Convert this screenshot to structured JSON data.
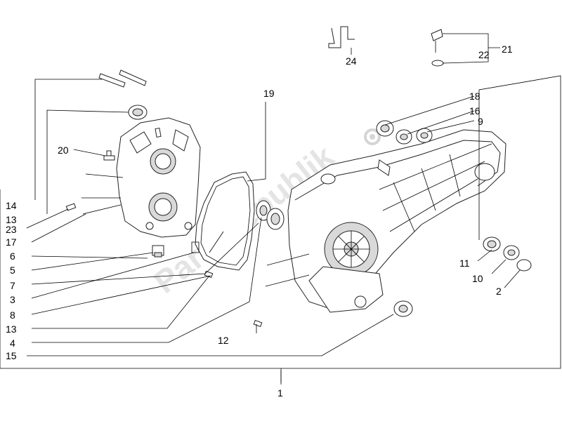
{
  "watermark": "PartsRepublik",
  "labels": {
    "l1": "1",
    "l2": "2",
    "l3": "3",
    "l4": "4",
    "l5": "5",
    "l6": "6",
    "l7": "7",
    "l8": "8",
    "l9": "9",
    "l10": "10",
    "l11": "11",
    "l12": "12",
    "l13a": "13",
    "l13b": "13",
    "l14": "14",
    "l15": "15",
    "l16": "16",
    "l17": "17",
    "l18": "18",
    "l19": "19",
    "l20": "20",
    "l21": "21",
    "l22": "22",
    "l23": "23",
    "l24": "24"
  }
}
